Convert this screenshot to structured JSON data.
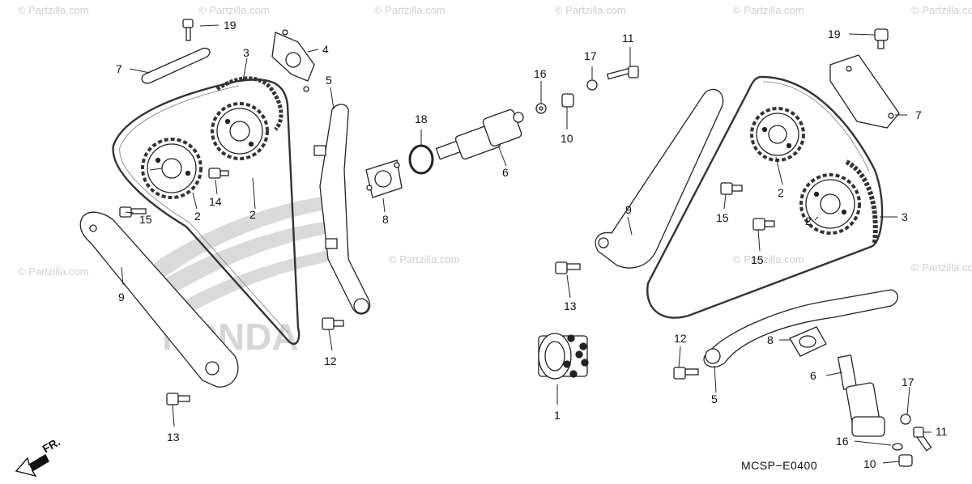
{
  "watermark": "© Partzilla.com",
  "diagram_code": "MCSP−E0400",
  "front_marker": "FR.",
  "brand_watermark": "HONDA",
  "callouts": [
    {
      "id": "c19a",
      "label": "19"
    },
    {
      "id": "c7a",
      "label": "7"
    },
    {
      "id": "c3a",
      "label": "3"
    },
    {
      "id": "c4a",
      "label": "4"
    },
    {
      "id": "c5a",
      "label": "5"
    },
    {
      "id": "c2a",
      "label": "2"
    },
    {
      "id": "c2b",
      "label": "2"
    },
    {
      "id": "c14",
      "label": "14"
    },
    {
      "id": "c15a",
      "label": "15"
    },
    {
      "id": "c9a",
      "label": "9"
    },
    {
      "id": "c13a",
      "label": "13"
    },
    {
      "id": "c12a",
      "label": "12"
    },
    {
      "id": "c8a",
      "label": "8"
    },
    {
      "id": "c18",
      "label": "18"
    },
    {
      "id": "c6a",
      "label": "6"
    },
    {
      "id": "c16a",
      "label": "16"
    },
    {
      "id": "c10a",
      "label": "10"
    },
    {
      "id": "c17a",
      "label": "17"
    },
    {
      "id": "c11a",
      "label": "11"
    },
    {
      "id": "c1",
      "label": "1"
    },
    {
      "id": "c9b",
      "label": "9"
    },
    {
      "id": "c13b",
      "label": "13"
    },
    {
      "id": "c19b",
      "label": "19"
    },
    {
      "id": "c7b",
      "label": "7"
    },
    {
      "id": "c2c",
      "label": "2"
    },
    {
      "id": "c2d",
      "label": "2"
    },
    {
      "id": "c3b",
      "label": "3"
    },
    {
      "id": "c15b",
      "label": "15"
    },
    {
      "id": "c15c",
      "label": "15"
    },
    {
      "id": "c12b",
      "label": "12"
    },
    {
      "id": "c8b",
      "label": "8"
    },
    {
      "id": "c5b",
      "label": "5"
    },
    {
      "id": "c6b",
      "label": "6"
    },
    {
      "id": "c17b",
      "label": "17"
    },
    {
      "id": "c11b",
      "label": "11"
    },
    {
      "id": "c16b",
      "label": "16"
    },
    {
      "id": "c10b",
      "label": "10"
    }
  ]
}
